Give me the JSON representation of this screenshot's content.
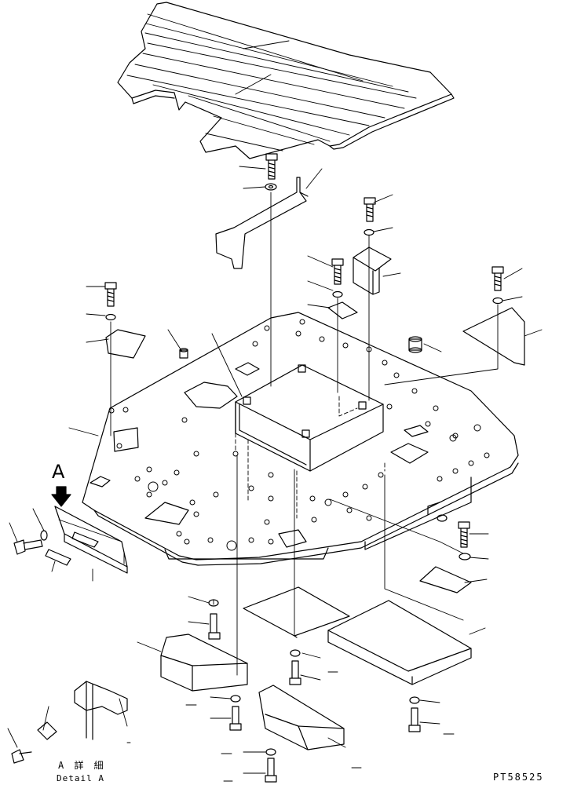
{
  "view_label": "A",
  "detail_label_jp": "A 詳 細",
  "detail_label_en": "Detail A",
  "drawing_number": "PT58525",
  "icons": [
    "arrow-down-icon"
  ]
}
